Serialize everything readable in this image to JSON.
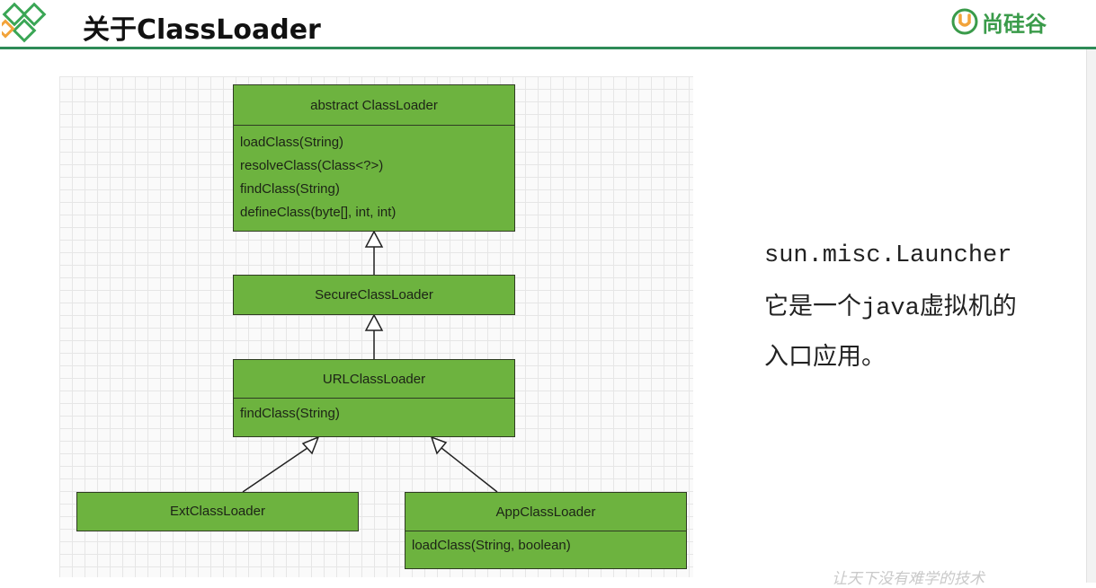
{
  "header": {
    "title": "关于ClassLoader",
    "brand": "尚硅谷",
    "accent_color": "#2e8b57",
    "brand_color": "#3a9b4a"
  },
  "diagram": {
    "box_color": "#6db33f",
    "nodes": [
      {
        "id": "classloader",
        "name": "abstract ClassLoader",
        "methods": [
          "loadClass(String)",
          "resolveClass(Class<?>)",
          "findClass(String)",
          "defineClass(byte[], int, int)"
        ]
      },
      {
        "id": "secure",
        "name": "SecureClassLoader",
        "methods": []
      },
      {
        "id": "url",
        "name": "URLClassLoader",
        "methods": [
          "findClass(String)"
        ]
      },
      {
        "id": "ext",
        "name": "ExtClassLoader",
        "methods": []
      },
      {
        "id": "app",
        "name": "AppClassLoader",
        "methods": [
          "loadClass(String, boolean)"
        ]
      }
    ],
    "edges": [
      {
        "from": "secure",
        "to": "classloader",
        "type": "inheritance"
      },
      {
        "from": "url",
        "to": "secure",
        "type": "inheritance"
      },
      {
        "from": "ext",
        "to": "url",
        "type": "inheritance"
      },
      {
        "from": "app",
        "to": "url",
        "type": "inheritance"
      }
    ]
  },
  "side_text": {
    "line1": "sun.misc.Launcher",
    "line2_prefix": "它是一个",
    "line2_mono": "java",
    "line2_suffix": "虚拟机的",
    "line3": "入口应用。"
  },
  "watermark": "让天下没有难学的技术"
}
